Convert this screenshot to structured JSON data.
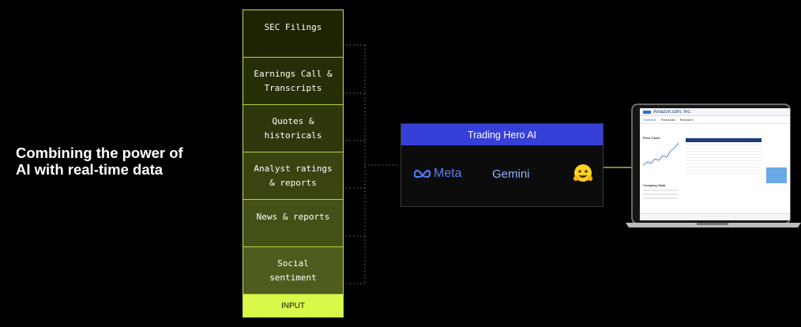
{
  "tagline": [
    "Combining the power of",
    "AI with real-time data"
  ],
  "inputs": [
    "SEC Filings",
    "Earnings Call &\nTranscripts",
    "Quotes &\nhistoricals",
    "Analyst ratings\n& reports",
    "News & reports",
    "Social\nsentiment"
  ],
  "input_label": "INPUT",
  "ai": {
    "title": "Trading Hero AI",
    "models": [
      "Meta",
      "Gemini",
      "Hugging Face"
    ],
    "meta_label": "Meta",
    "gemini_label": "Gemini"
  },
  "colors": {
    "accent": "#d8f84a",
    "ai_header": "#3640d8",
    "background": "#000000"
  },
  "laptop": {
    "site_title": "Amazon.com, Inc.",
    "tabs": [
      "Overview",
      "Financials",
      "Research"
    ],
    "price_chart_label": "Price Chart",
    "company_data_label": "Company Data"
  }
}
